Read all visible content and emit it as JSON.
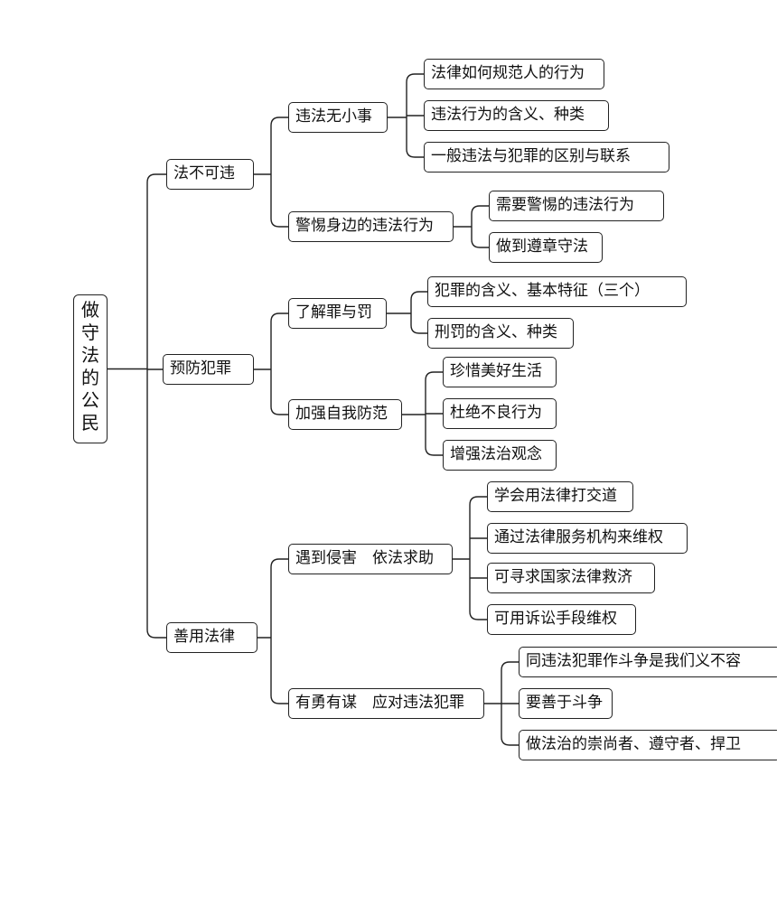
{
  "root": {
    "title": "做守法的公民"
  },
  "branches": [
    {
      "label": "法不可违",
      "children": [
        {
          "label": "违法无小事",
          "children": [
            "法律如何规范人的行为",
            "违法行为的含义、种类",
            "一般违法与犯罪的区别与联系"
          ]
        },
        {
          "label": "警惕身边的违法行为",
          "children": [
            "需要警惕的违法行为",
            "做到遵章守法"
          ]
        }
      ]
    },
    {
      "label": "预防犯罪",
      "children": [
        {
          "label": "了解罪与罚",
          "children": [
            "犯罪的含义、基本特征（三个）",
            "刑罚的含义、种类"
          ]
        },
        {
          "label": "加强自我防范",
          "children": [
            "珍惜美好生活",
            "杜绝不良行为",
            "增强法治观念"
          ]
        }
      ]
    },
    {
      "label": "善用法律",
      "children": [
        {
          "label": "遇到侵害　依法求助",
          "children": [
            "学会用法律打交道",
            "通过法律服务机构来维权",
            "可寻求国家法律救济",
            "可用诉讼手段维权"
          ]
        },
        {
          "label": "有勇有谋　应对违法犯罪",
          "children": [
            "同违法犯罪作斗争是我们义不容",
            "要善于斗争",
            "做法治的崇尚者、遵守者、捍卫"
          ]
        }
      ]
    }
  ]
}
